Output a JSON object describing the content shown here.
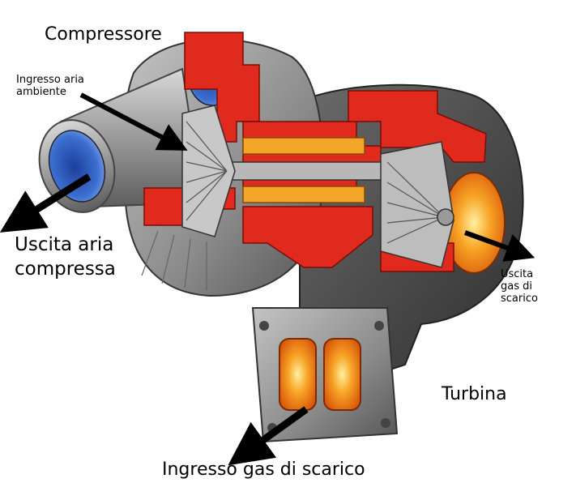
{
  "labels": {
    "compressor": "Compressore",
    "air_inlet_line1": "Ingresso aria",
    "air_inlet_line2": "ambiente",
    "compressed_air_outlet_line1": "Uscita aria",
    "compressed_air_outlet_line2": "compressa",
    "exhaust_outlet_line1": "Uscita",
    "exhaust_outlet_line2": "gas di",
    "exhaust_outlet_line3": "scarico",
    "turbine": "Turbina",
    "exhaust_inlet": "Ingresso gas di scarico"
  },
  "colors": {
    "background": "#ffffff",
    "casing_gray": "#9a9a9a",
    "cutaway_red": "#e02a1e",
    "hot_orange": "#f07a12",
    "intake_blue": "#3c6fd0",
    "arrow": "#000000",
    "text": "#000000"
  },
  "icons": [
    "arrow-icon"
  ]
}
